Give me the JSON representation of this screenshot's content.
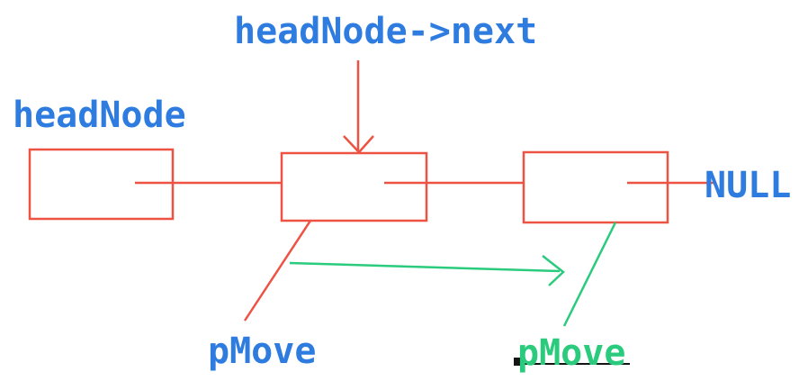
{
  "labels": {
    "head_pointer_next": "headNode->next",
    "head_pointer": "headNode",
    "null_terminator": "NULL",
    "p_move_previous": "pMove",
    "p_move_current": "pMove"
  },
  "diagram": {
    "kind": "singly-linked-list",
    "node_count": 3,
    "nodes": [
      {
        "name": "head-node-box",
        "text": ""
      },
      {
        "name": "middle-node-box",
        "text": ""
      },
      {
        "name": "tail-node-box",
        "text": ""
      }
    ],
    "pointers": [
      {
        "from": "head-node-box",
        "to": "middle-node-box",
        "color": "red"
      },
      {
        "from": "middle-node-box",
        "to": "tail-node-box",
        "color": "red"
      },
      {
        "from": "tail-node-box",
        "to": "NULL",
        "color": "red"
      },
      {
        "label": "headNode->next",
        "points_at": "middle-node-box",
        "color": "red"
      },
      {
        "label": "pMove",
        "points_at": "middle-node-box",
        "color": "red"
      },
      {
        "label": "pMove",
        "points_at": "tail-node-box",
        "color": "green"
      },
      {
        "from": "pMove-old-position",
        "to": "pMove-new-position",
        "color": "green",
        "style": "advance-arrow"
      }
    ]
  },
  "colors": {
    "label_blue": "#2e7cdf",
    "node_red": "#ee5243",
    "pointer_green": "#2acb7c",
    "underline_black": "#151515",
    "background": "#ffffff"
  }
}
